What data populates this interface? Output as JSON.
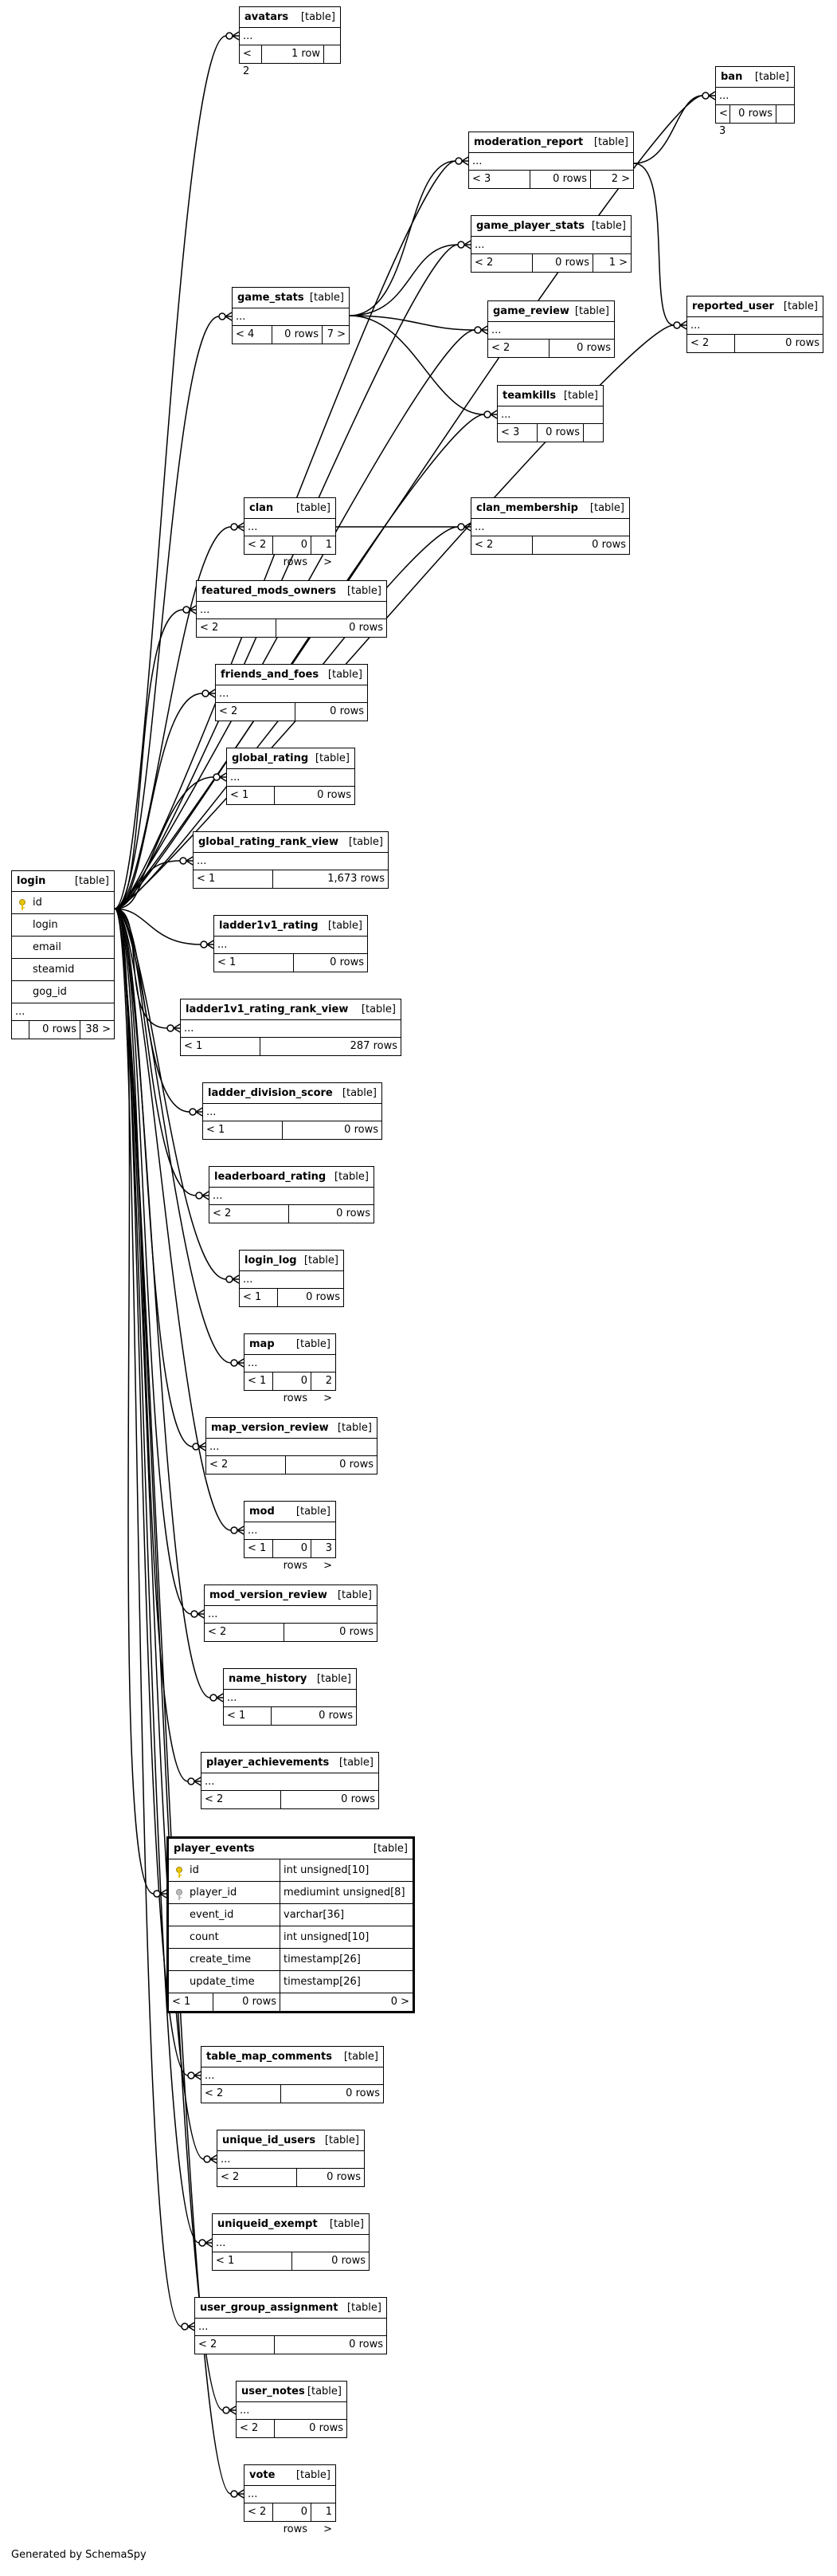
{
  "footer": "Generated by SchemaSpy",
  "tables": [
    {
      "id": "avatars",
      "name": "avatars",
      "kind": "[table]",
      "parents": "< 2",
      "rows": "1 row",
      "children": ""
    },
    {
      "id": "ban",
      "name": "ban",
      "kind": "[table]",
      "parents": "< 3",
      "rows": "0 rows",
      "children": ""
    },
    {
      "id": "moderation_report",
      "name": "moderation_report",
      "kind": "[table]",
      "parents": "< 3",
      "rows": "0 rows",
      "children": "2 >"
    },
    {
      "id": "game_player_stats",
      "name": "game_player_stats",
      "kind": "[table]",
      "parents": "< 2",
      "rows": "0 rows",
      "children": "1 >"
    },
    {
      "id": "game_stats",
      "name": "game_stats",
      "kind": "[table]",
      "parents": "< 4",
      "rows": "0 rows",
      "children": "7 >"
    },
    {
      "id": "game_review",
      "name": "game_review",
      "kind": "[table]",
      "parents": "< 2",
      "rows": "0 rows",
      "children": ""
    },
    {
      "id": "reported_user",
      "name": "reported_user",
      "kind": "[table]",
      "parents": "< 2",
      "rows": "0 rows",
      "children": ""
    },
    {
      "id": "teamkills",
      "name": "teamkills",
      "kind": "[table]",
      "parents": "< 3",
      "rows": "0 rows",
      "children": ""
    },
    {
      "id": "clan",
      "name": "clan",
      "kind": "[table]",
      "parents": "< 2",
      "rows": "0 rows",
      "children": "1 >"
    },
    {
      "id": "clan_membership",
      "name": "clan_membership",
      "kind": "[table]",
      "parents": "< 2",
      "rows": "0 rows",
      "children": ""
    },
    {
      "id": "featured_mods_owners",
      "name": "featured_mods_owners",
      "kind": "[table]",
      "parents": "< 2",
      "rows": "0 rows",
      "children": ""
    },
    {
      "id": "friends_and_foes",
      "name": "friends_and_foes",
      "kind": "[table]",
      "parents": "< 2",
      "rows": "0 rows",
      "children": ""
    },
    {
      "id": "global_rating",
      "name": "global_rating",
      "kind": "[table]",
      "parents": "< 1",
      "rows": "0 rows",
      "children": ""
    },
    {
      "id": "global_rating_rank_view",
      "name": "global_rating_rank_view",
      "kind": "[table]",
      "parents": "< 1",
      "rows": "1,673 rows",
      "children": ""
    },
    {
      "id": "ladder1v1_rating",
      "name": "ladder1v1_rating",
      "kind": "[table]",
      "parents": "< 1",
      "rows": "0 rows",
      "children": ""
    },
    {
      "id": "ladder1v1_rating_rank_view",
      "name": "ladder1v1_rating_rank_view",
      "kind": "[table]",
      "parents": "< 1",
      "rows": "287 rows",
      "children": ""
    },
    {
      "id": "ladder_division_score",
      "name": "ladder_division_score",
      "kind": "[table]",
      "parents": "< 1",
      "rows": "0 rows",
      "children": ""
    },
    {
      "id": "leaderboard_rating",
      "name": "leaderboard_rating",
      "kind": "[table]",
      "parents": "< 2",
      "rows": "0 rows",
      "children": ""
    },
    {
      "id": "login_log",
      "name": "login_log",
      "kind": "[table]",
      "parents": "< 1",
      "rows": "0 rows",
      "children": ""
    },
    {
      "id": "map",
      "name": "map",
      "kind": "[table]",
      "parents": "< 1",
      "rows": "0 rows",
      "children": "2 >"
    },
    {
      "id": "map_version_review",
      "name": "map_version_review",
      "kind": "[table]",
      "parents": "< 2",
      "rows": "0 rows",
      "children": ""
    },
    {
      "id": "mod",
      "name": "mod",
      "kind": "[table]",
      "parents": "< 1",
      "rows": "0 rows",
      "children": "3 >"
    },
    {
      "id": "mod_version_review",
      "name": "mod_version_review",
      "kind": "[table]",
      "parents": "< 2",
      "rows": "0 rows",
      "children": ""
    },
    {
      "id": "name_history",
      "name": "name_history",
      "kind": "[table]",
      "parents": "< 1",
      "rows": "0 rows",
      "children": ""
    },
    {
      "id": "player_achievements",
      "name": "player_achievements",
      "kind": "[table]",
      "parents": "< 2",
      "rows": "0 rows",
      "children": ""
    },
    {
      "id": "table_map_comments",
      "name": "table_map_comments",
      "kind": "[table]",
      "parents": "< 2",
      "rows": "0 rows",
      "children": ""
    },
    {
      "id": "unique_id_users",
      "name": "unique_id_users",
      "kind": "[table]",
      "parents": "< 2",
      "rows": "0 rows",
      "children": ""
    },
    {
      "id": "uniqueid_exempt",
      "name": "uniqueid_exempt",
      "kind": "[table]",
      "parents": "< 1",
      "rows": "0 rows",
      "children": ""
    },
    {
      "id": "user_group_assignment",
      "name": "user_group_assignment",
      "kind": "[table]",
      "parents": "< 2",
      "rows": "0 rows",
      "children": ""
    },
    {
      "id": "user_notes",
      "name": "user_notes",
      "kind": "[table]",
      "parents": "< 2",
      "rows": "0 rows",
      "children": ""
    },
    {
      "id": "vote",
      "name": "vote",
      "kind": "[table]",
      "parents": "< 2",
      "rows": "0 rows",
      "children": "1 >"
    }
  ],
  "login": {
    "name": "login",
    "kind": "[table]",
    "columns": [
      "id",
      "login",
      "email",
      "steamid",
      "gog_id"
    ],
    "ellipsis": "...",
    "parents": "",
    "rows": "0 rows",
    "children": "38 >"
  },
  "player_events": {
    "name": "player_events",
    "kind": "[table]",
    "columns": [
      {
        "name": "id",
        "type": "int unsigned[10]",
        "key": "primary"
      },
      {
        "name": "player_id",
        "type": "mediumint unsigned[8]",
        "key": "foreign"
      },
      {
        "name": "event_id",
        "type": "varchar[36]",
        "key": ""
      },
      {
        "name": "count",
        "type": "int unsigned[10]",
        "key": ""
      },
      {
        "name": "create_time",
        "type": "timestamp[26]",
        "key": ""
      },
      {
        "name": "update_time",
        "type": "timestamp[26]",
        "key": ""
      }
    ],
    "parents": "< 1",
    "rows": "0 rows",
    "children": "0 >"
  },
  "placeholder_row": "..."
}
